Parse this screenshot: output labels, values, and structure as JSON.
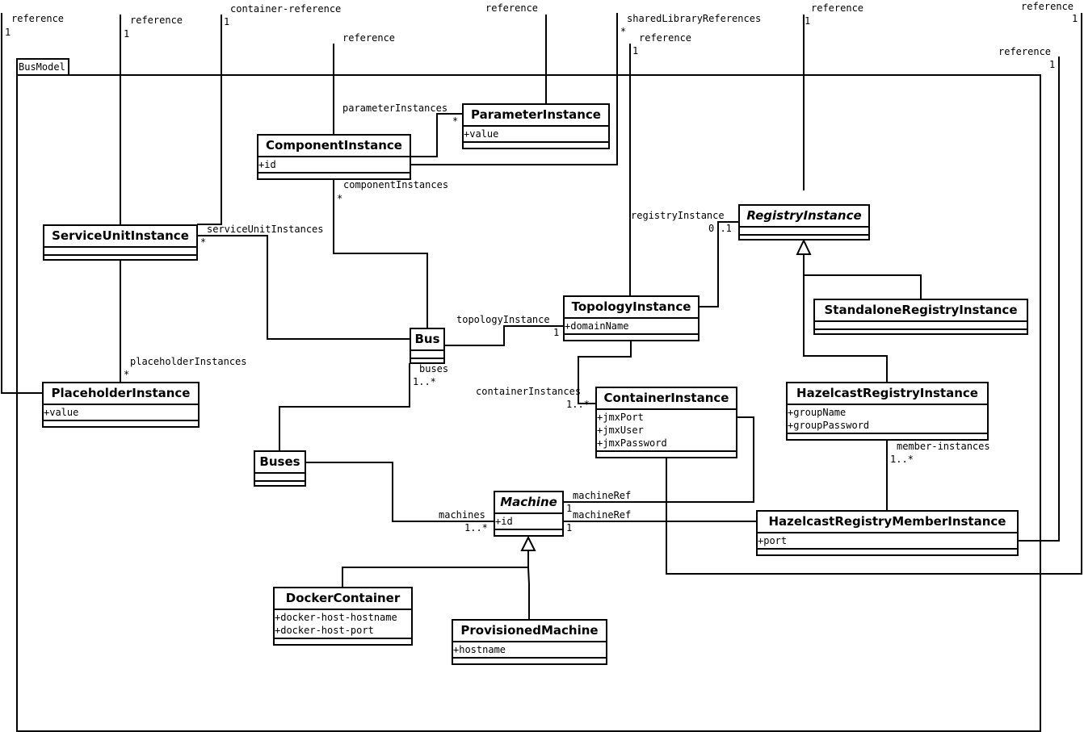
{
  "package": {
    "name": "BusModel"
  },
  "classes": {
    "component": {
      "name": "ComponentInstance",
      "attributes": [
        "+id"
      ]
    },
    "parameter": {
      "name": "ParameterInstance",
      "attributes": [
        "+value"
      ]
    },
    "serviceUnit": {
      "name": "ServiceUnitInstance",
      "attributes": []
    },
    "registry": {
      "name": "RegistryInstance",
      "abstract": true,
      "attributes": []
    },
    "topology": {
      "name": "TopologyInstance",
      "attributes": [
        "+domainName"
      ]
    },
    "bus": {
      "name": "Bus",
      "attributes": []
    },
    "standalone": {
      "name": "StandaloneRegistryInstance",
      "attributes": []
    },
    "placeholder": {
      "name": "PlaceholderInstance",
      "attributes": [
        "+value"
      ]
    },
    "container": {
      "name": "ContainerInstance",
      "attributes": [
        "+jmxPort",
        "+jmxUser",
        "+jmxPassword"
      ]
    },
    "hazelcast": {
      "name": "HazelcastRegistryInstance",
      "attributes": [
        "+groupName",
        "+groupPassword"
      ]
    },
    "buses": {
      "name": "Buses",
      "attributes": []
    },
    "machine": {
      "name": "Machine",
      "abstract": true,
      "attributes": [
        "+id"
      ]
    },
    "member": {
      "name": "HazelcastRegistryMemberInstance",
      "attributes": [
        "+port"
      ]
    },
    "docker": {
      "name": "DockerContainer",
      "attributes": [
        "+docker-host-hostname",
        "+docker-host-port"
      ]
    },
    "provisioned": {
      "name": "ProvisionedMachine",
      "attributes": [
        "+hostname"
      ]
    }
  },
  "labels": [
    "reference",
    "1",
    "reference",
    "1",
    "container-reference",
    "1",
    "reference",
    "reference",
    "sharedLibraryReferences",
    "*",
    "reference",
    "1",
    "reference",
    "1",
    "reference",
    "1",
    "reference",
    "1",
    "parameterInstances",
    "*",
    "componentInstances",
    "*",
    "serviceUnitInstances",
    "*",
    "registryInstance",
    "0 .1",
    "topologyInstance",
    "1",
    "buses",
    "1..*",
    "placeholderInstances",
    "*",
    "containerInstances",
    "1..*",
    "member-instances",
    "1..*",
    "machineRef",
    "1",
    "machineRef",
    "1",
    "machines",
    "1..*"
  ]
}
